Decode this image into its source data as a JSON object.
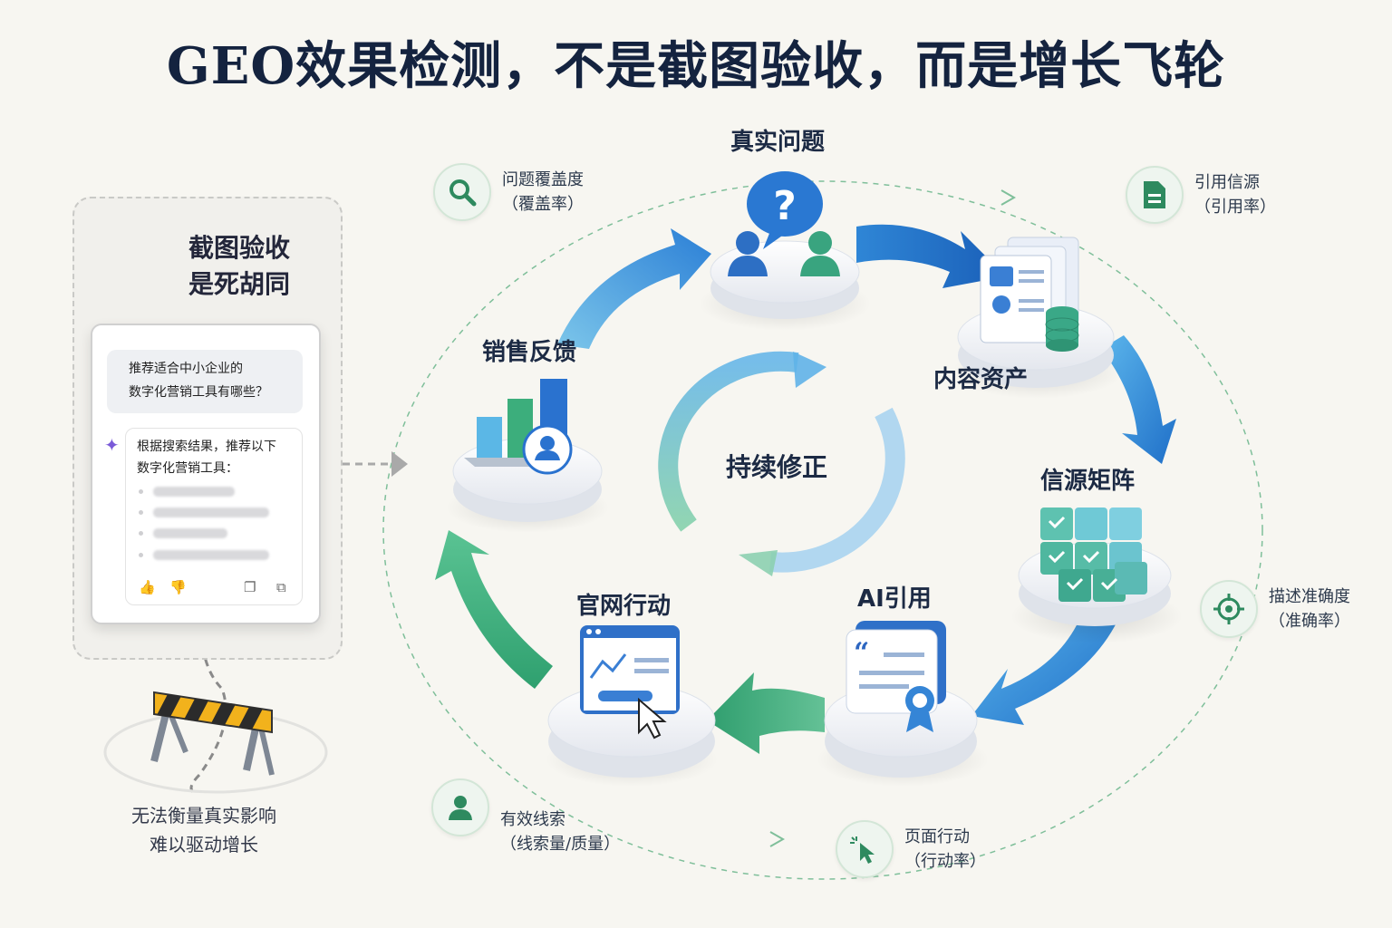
{
  "title": "GEO效果检测，不是截图验收，而是增长飞轮",
  "left_panel": {
    "warning_line1": "截图验收",
    "warning_line2": "是死胡同",
    "question_line1": "推荐适合中小企业的",
    "question_line2": "数字化营销工具有哪些？",
    "answer_line1": "根据搜索结果，推荐以下",
    "answer_line2": "数字化营销工具：",
    "barrier_line1": "无法衡量真实影响",
    "barrier_line2": "难以驱动增长"
  },
  "cycle": {
    "center": "持续修正",
    "nodes": [
      {
        "label": "真实问题",
        "icon": "question-people-icon"
      },
      {
        "label": "内容资产",
        "icon": "documents-database-icon"
      },
      {
        "label": "信源矩阵",
        "icon": "cube-matrix-icon"
      },
      {
        "label": "AI引用",
        "icon": "quote-badge-icon"
      },
      {
        "label": "官网行动",
        "icon": "browser-click-icon"
      },
      {
        "label": "销售反馈",
        "icon": "bar-chart-user-icon"
      }
    ]
  },
  "metrics": [
    {
      "name": "问题覆盖度",
      "sub": "（覆盖率）",
      "icon": "search-icon"
    },
    {
      "name": "引用信源",
      "sub": "（引用率）",
      "icon": "document-icon"
    },
    {
      "name": "描述准确度",
      "sub": "（准确率）",
      "icon": "target-icon"
    },
    {
      "name": "页面行动",
      "sub": "（行动率）",
      "icon": "cursor-click-icon"
    },
    {
      "name": "有效线索",
      "sub": "（线索量/质量）",
      "icon": "person-icon"
    }
  ],
  "colors": {
    "blue": "#2f7fd1",
    "green": "#35a779",
    "dark_text": "#14233f",
    "warning": "#d98a1e"
  }
}
